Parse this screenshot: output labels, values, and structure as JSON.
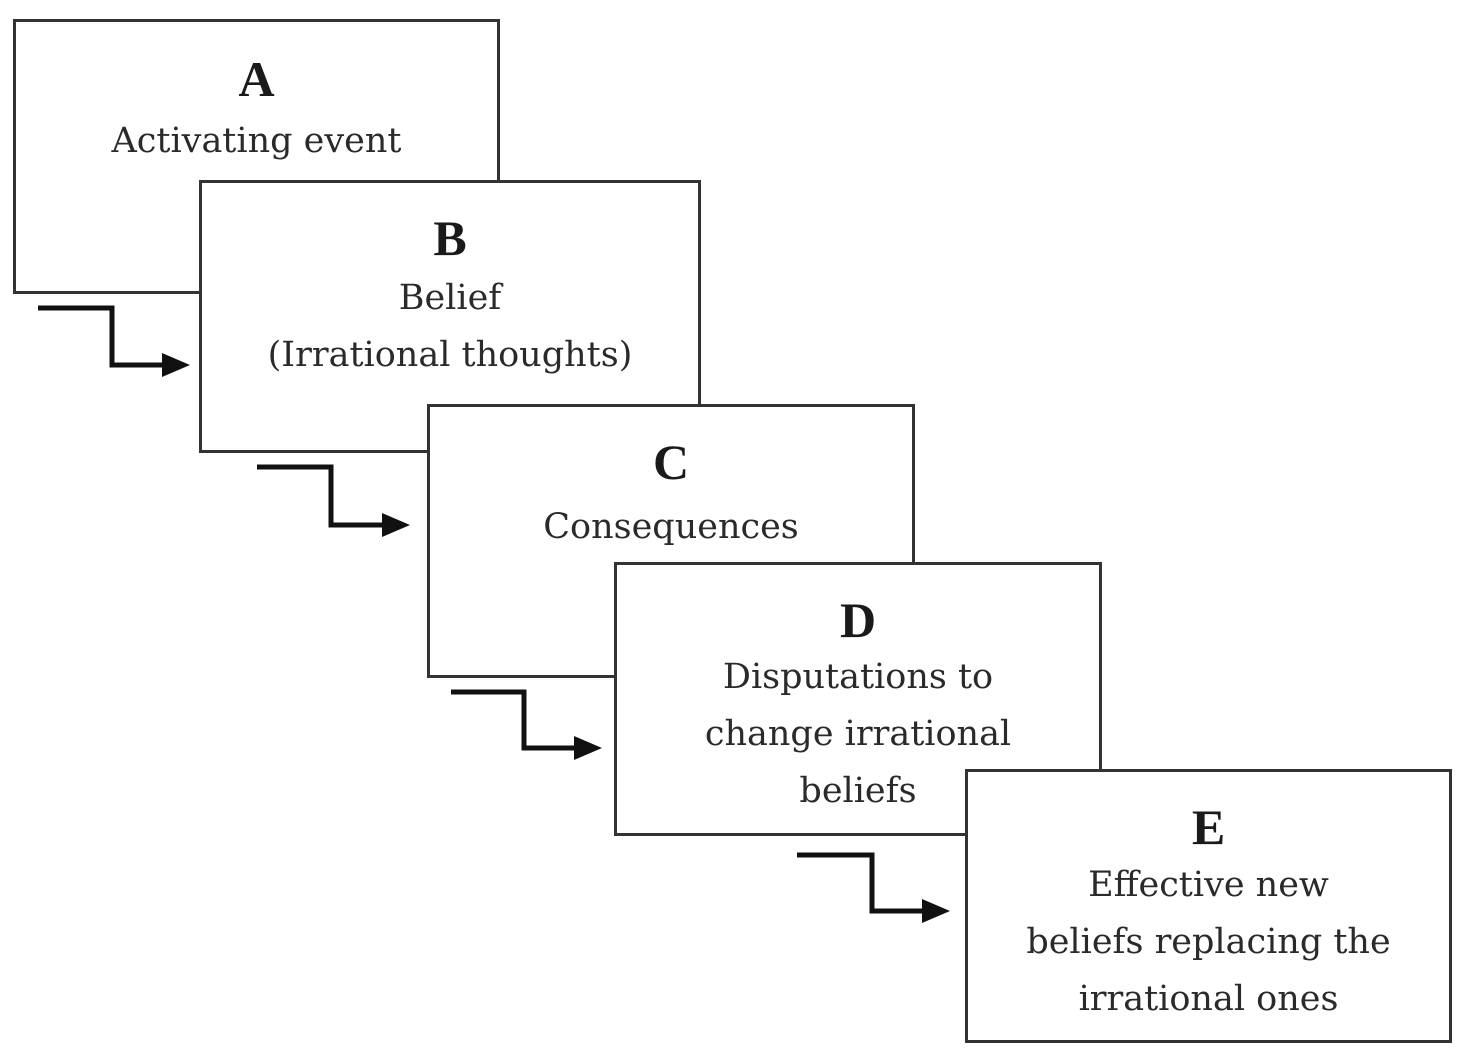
{
  "steps": [
    {
      "letter": "A",
      "text": "Activating  event"
    },
    {
      "letter": "B",
      "text_line1": "Belief",
      "text_line2": "(Irrational thoughts)"
    },
    {
      "letter": "C",
      "text": "Consequences"
    },
    {
      "letter": "D",
      "text_line1": "Disputations to",
      "text_line2": "change irrational",
      "text_line3": "beliefs"
    },
    {
      "letter": "E",
      "text_line1": "Effective  new",
      "text_line2": "beliefs replacing the",
      "text_line3": "irrational ones"
    }
  ],
  "colors": {
    "border": "#333333",
    "arrow": "#111111",
    "text": "#2a2a2a"
  }
}
